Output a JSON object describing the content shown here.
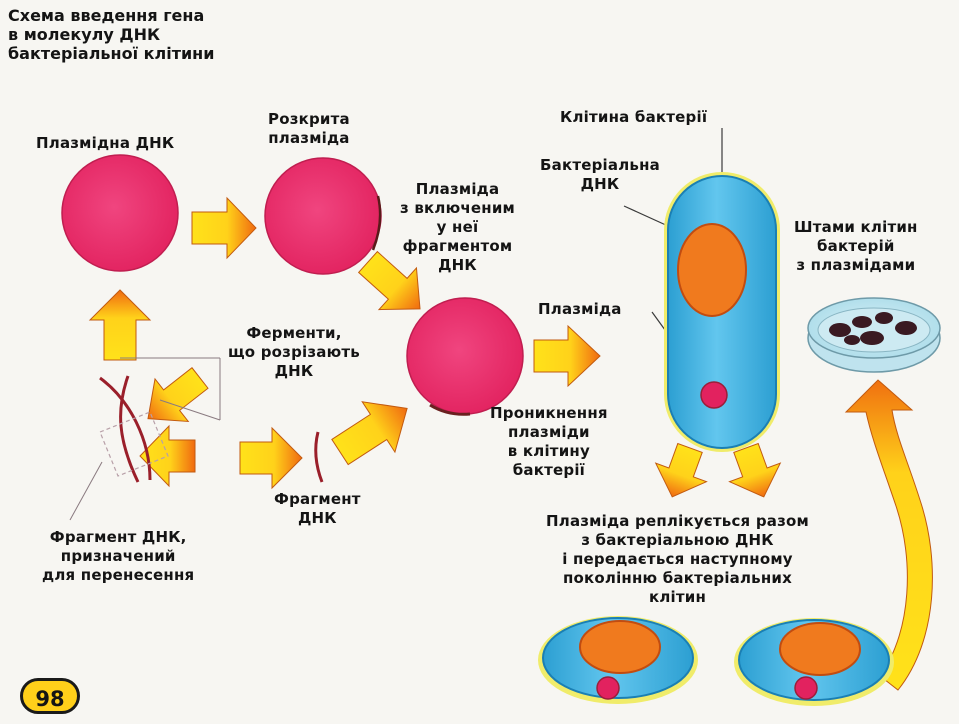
{
  "title": {
    "line1": "Схема введення гена",
    "line2": "в молекулу ДНК",
    "line3": "бактеріальної клітини"
  },
  "labels": {
    "plasmid_dna": "Плазмідна ДНК",
    "opened_plasmid_1": "Розкрита",
    "opened_plasmid_2": "плазміда",
    "plasmid_with_fragment_1": "Плазміда",
    "plasmid_with_fragment_2": "з включеним",
    "plasmid_with_fragment_3": "у неї",
    "plasmid_with_fragment_4": "фрагментом",
    "plasmid_with_fragment_5": "ДНК",
    "bacterial_cell": "Клітина бактерії",
    "bacterial_dna_1": "Бактеріальна",
    "bacterial_dna_2": "ДНК",
    "plasmid": "Плазміда",
    "enzymes_1": "Ферменти,",
    "enzymes_2": "що розрізають",
    "enzymes_3": "ДНК",
    "penetration_1": "Проникнення",
    "penetration_2": "плазміди",
    "penetration_3": "в клітину",
    "penetration_4": "бактерії",
    "strains_1": "Штами клітин",
    "strains_2": "бактерій",
    "strains_3": "з плазмідами",
    "fragment_1": "Фрагмент",
    "fragment_2": "ДНК",
    "dna_fragment_1": "Фрагмент ДНК,",
    "dna_fragment_2": "призначений",
    "dna_fragment_3": "для перенесення",
    "replication_1": "Плазміда реплікується разом",
    "replication_2": "з бактеріальною ДНК",
    "replication_3": "і передається наступному",
    "replication_4": "поколінню бактеріальних",
    "replication_5": "клітин"
  },
  "page_number": "98",
  "colors": {
    "plasmid": "#ea2a6e",
    "plasmid_light": "#f27aa6",
    "cell": "#3fb2e0",
    "cell_edge": "#1a7fb4",
    "nucleoid": "#f07a1e",
    "arrow_yellow": "#ffe21a",
    "arrow_orange": "#f07a10",
    "badge": "#ffcf1a"
  }
}
